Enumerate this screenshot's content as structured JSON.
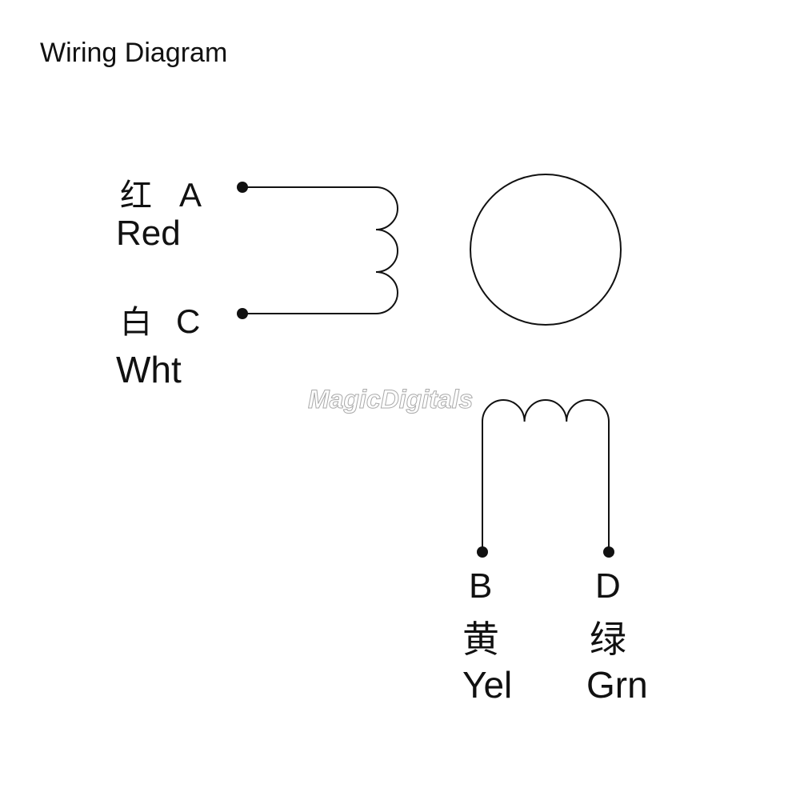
{
  "title": "Wiring Diagram",
  "watermark": "MagicDigitals",
  "terminals": [
    {
      "letter": "A",
      "cn": "红",
      "en": "Red"
    },
    {
      "letter": "C",
      "cn": "白",
      "en": "Wht"
    },
    {
      "letter": "B",
      "cn": "黄",
      "en": "Yel"
    },
    {
      "letter": "D",
      "cn": "绿",
      "en": "Grn"
    }
  ],
  "colors": {
    "line": "#111111",
    "background": "#ffffff"
  }
}
